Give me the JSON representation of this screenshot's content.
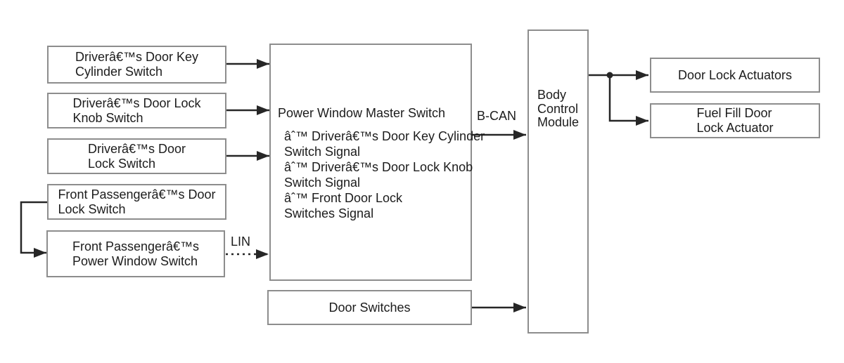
{
  "diagram": {
    "inputs": [
      {
        "lines": [
          "Driverâ€™s Door Key",
          "Cylinder Switch"
        ]
      },
      {
        "lines": [
          "Driverâ€™s Door Lock",
          "Knob Switch"
        ]
      },
      {
        "lines": [
          "Driverâ€™s Door",
          "Lock Switch"
        ]
      },
      {
        "lines": [
          "Front Passengerâ€™s Door",
          "Lock Switch"
        ]
      },
      {
        "lines": [
          "Front Passengerâ€™s",
          "Power Window Switch"
        ]
      }
    ],
    "master_switch": {
      "title": "Power Window Master Switch",
      "signals": [
        {
          "line1": "âˆ™ Driverâ€™s Door Key Cylinder",
          "line2": "Switch Signal"
        },
        {
          "line1": "âˆ™ Driverâ€™s Door Lock Knob",
          "line2": "Switch Signal"
        },
        {
          "line1": "âˆ™ Front Door Lock",
          "line2": "Switches Signal"
        }
      ]
    },
    "bus": {
      "b_can": "B-CAN",
      "lin": "LIN"
    },
    "body_control_module": {
      "lines": [
        "Body",
        "Control",
        "Module"
      ]
    },
    "door_switches": {
      "label": "Door Switches"
    },
    "outputs": [
      {
        "lines": [
          "Door Lock Actuators"
        ]
      },
      {
        "lines": [
          "Fuel Fill Door",
          "Lock Actuator"
        ]
      }
    ],
    "colors": {
      "background": "#ffffff",
      "box_border": "#8d8d8d",
      "wire": "#262626",
      "text": "#1c1c1c"
    }
  }
}
